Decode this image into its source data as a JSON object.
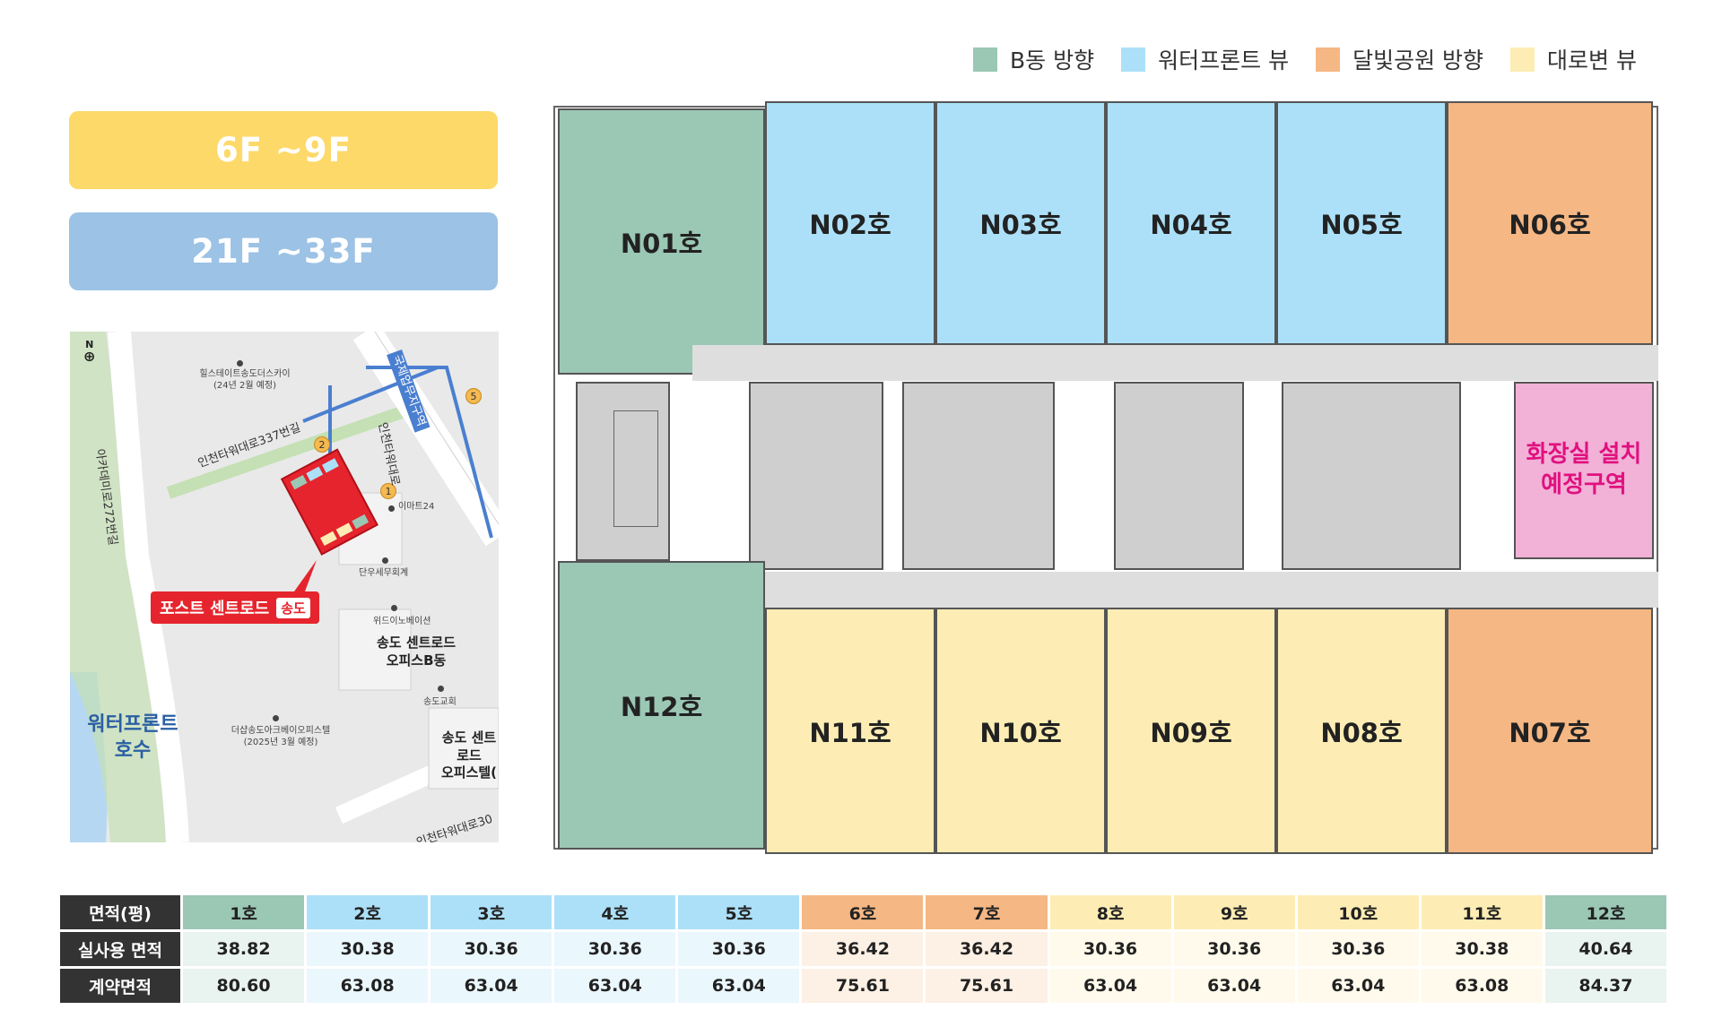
{
  "legend": [
    {
      "label": "B동 방향",
      "color": "#9bc7b5"
    },
    {
      "label": "워터프론트 뷰",
      "color": "#ace0f8"
    },
    {
      "label": "달빛공원 방향",
      "color": "#f5b784"
    },
    {
      "label": "대로변 뷰",
      "color": "#fdedb4"
    }
  ],
  "floors": [
    {
      "label": "6F  ~9F",
      "color": "#fdd969"
    },
    {
      "label": "21F  ~33F",
      "color": "#9cc2e5"
    }
  ],
  "map": {
    "compass": "N",
    "callout": "포스트 센트로드",
    "callout_sub": "송도",
    "labels": {
      "hills": "힐스테이트송도더스카이\n(24년 2월 예정)",
      "emart": "이마트24",
      "danwoo": "단우세무회계",
      "widio": "위드이노베이션",
      "office_b": "송도 센트로드\n오피스B동",
      "church": "송도교회",
      "thesharp": "더샵송도아크베이오피스텔\n(2025년 3월 예정)",
      "officetel": "송도 센트로드\n오피스텔(",
      "lake": "워터프론트\n호수",
      "road1": "인천타워대로337번길",
      "road2": "아카데미로272번길",
      "road3": "인천타워대로",
      "road4": "인천타워대로30",
      "station": "국제업무지구역"
    },
    "markers": [
      "1",
      "2",
      "5"
    ]
  },
  "units": {
    "N01": "N01호",
    "N02": "N02호",
    "N03": "N03호",
    "N04": "N04호",
    "N05": "N05호",
    "N06": "N06호",
    "N07": "N07호",
    "N08": "N08호",
    "N09": "N09호",
    "N10": "N10호",
    "N11": "N11호",
    "N12": "N12호"
  },
  "toilet_label": "화장실 설치\n예정구역",
  "table": {
    "header_label": "면적(평)",
    "columns": [
      {
        "label": "1호",
        "color": "#9bc7b5",
        "light": "#e9f3ef"
      },
      {
        "label": "2호",
        "color": "#ace0f8",
        "light": "#eaf7fd"
      },
      {
        "label": "3호",
        "color": "#ace0f8",
        "light": "#eaf7fd"
      },
      {
        "label": "4호",
        "color": "#ace0f8",
        "light": "#eaf7fd"
      },
      {
        "label": "5호",
        "color": "#ace0f8",
        "light": "#eaf7fd"
      },
      {
        "label": "6호",
        "color": "#f5b784",
        "light": "#fdf0e4"
      },
      {
        "label": "7호",
        "color": "#f5b784",
        "light": "#fdf0e4"
      },
      {
        "label": "8호",
        "color": "#fdedb4",
        "light": "#fffaeb"
      },
      {
        "label": "9호",
        "color": "#fdedb4",
        "light": "#fffaeb"
      },
      {
        "label": "10호",
        "color": "#fdedb4",
        "light": "#fffaeb"
      },
      {
        "label": "11호",
        "color": "#fdedb4",
        "light": "#fffaeb"
      },
      {
        "label": "12호",
        "color": "#9bc7b5",
        "light": "#e9f3ef"
      }
    ],
    "rows": [
      {
        "label": "실사용 면적",
        "values": [
          "38.82",
          "30.38",
          "30.36",
          "30.36",
          "30.36",
          "36.42",
          "36.42",
          "30.36",
          "30.36",
          "30.36",
          "30.38",
          "40.64"
        ]
      },
      {
        "label": "계약면적",
        "values": [
          "80.60",
          "63.08",
          "63.04",
          "63.04",
          "63.04",
          "75.61",
          "75.61",
          "63.04",
          "63.04",
          "63.04",
          "63.08",
          "84.37"
        ]
      }
    ]
  }
}
